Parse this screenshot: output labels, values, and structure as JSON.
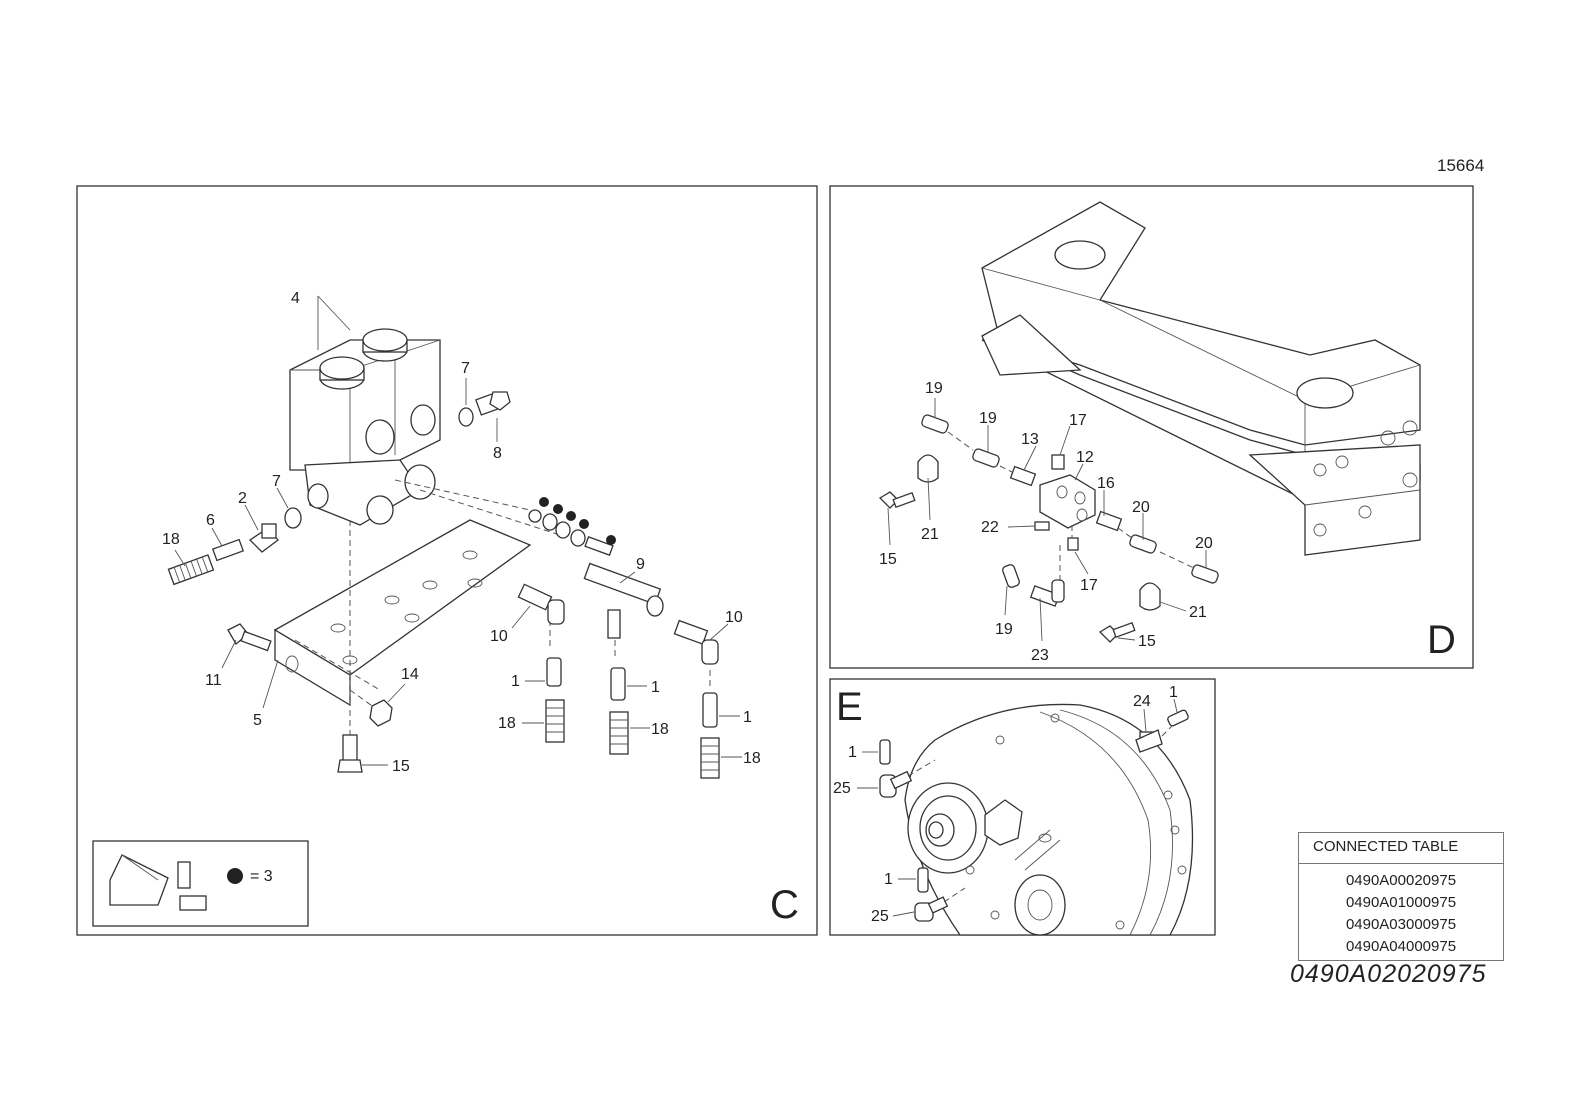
{
  "drawing_id": "15664",
  "drawing_number": "0490A02020975",
  "connected_table": {
    "title": "CONNECTED TABLE",
    "rows": [
      "0490A00020975",
      "0490A01000975",
      "0490A03000975",
      "0490A04000975"
    ]
  },
  "views": {
    "C": {
      "letter": "C",
      "legend_text": "= 3",
      "labels": [
        "4",
        "7",
        "8",
        "2",
        "7",
        "6",
        "18",
        "9",
        "10",
        "10",
        "11",
        "5",
        "14",
        "15",
        "1",
        "1",
        "1",
        "18",
        "18",
        "18"
      ]
    },
    "D": {
      "letter": "D",
      "labels": [
        "19",
        "19",
        "13",
        "17",
        "12",
        "16",
        "21",
        "15",
        "22",
        "20",
        "20",
        "17",
        "21",
        "19",
        "23",
        "15"
      ]
    },
    "E": {
      "letter": "E",
      "labels": [
        "24",
        "1",
        "1",
        "25",
        "1",
        "25"
      ]
    }
  }
}
